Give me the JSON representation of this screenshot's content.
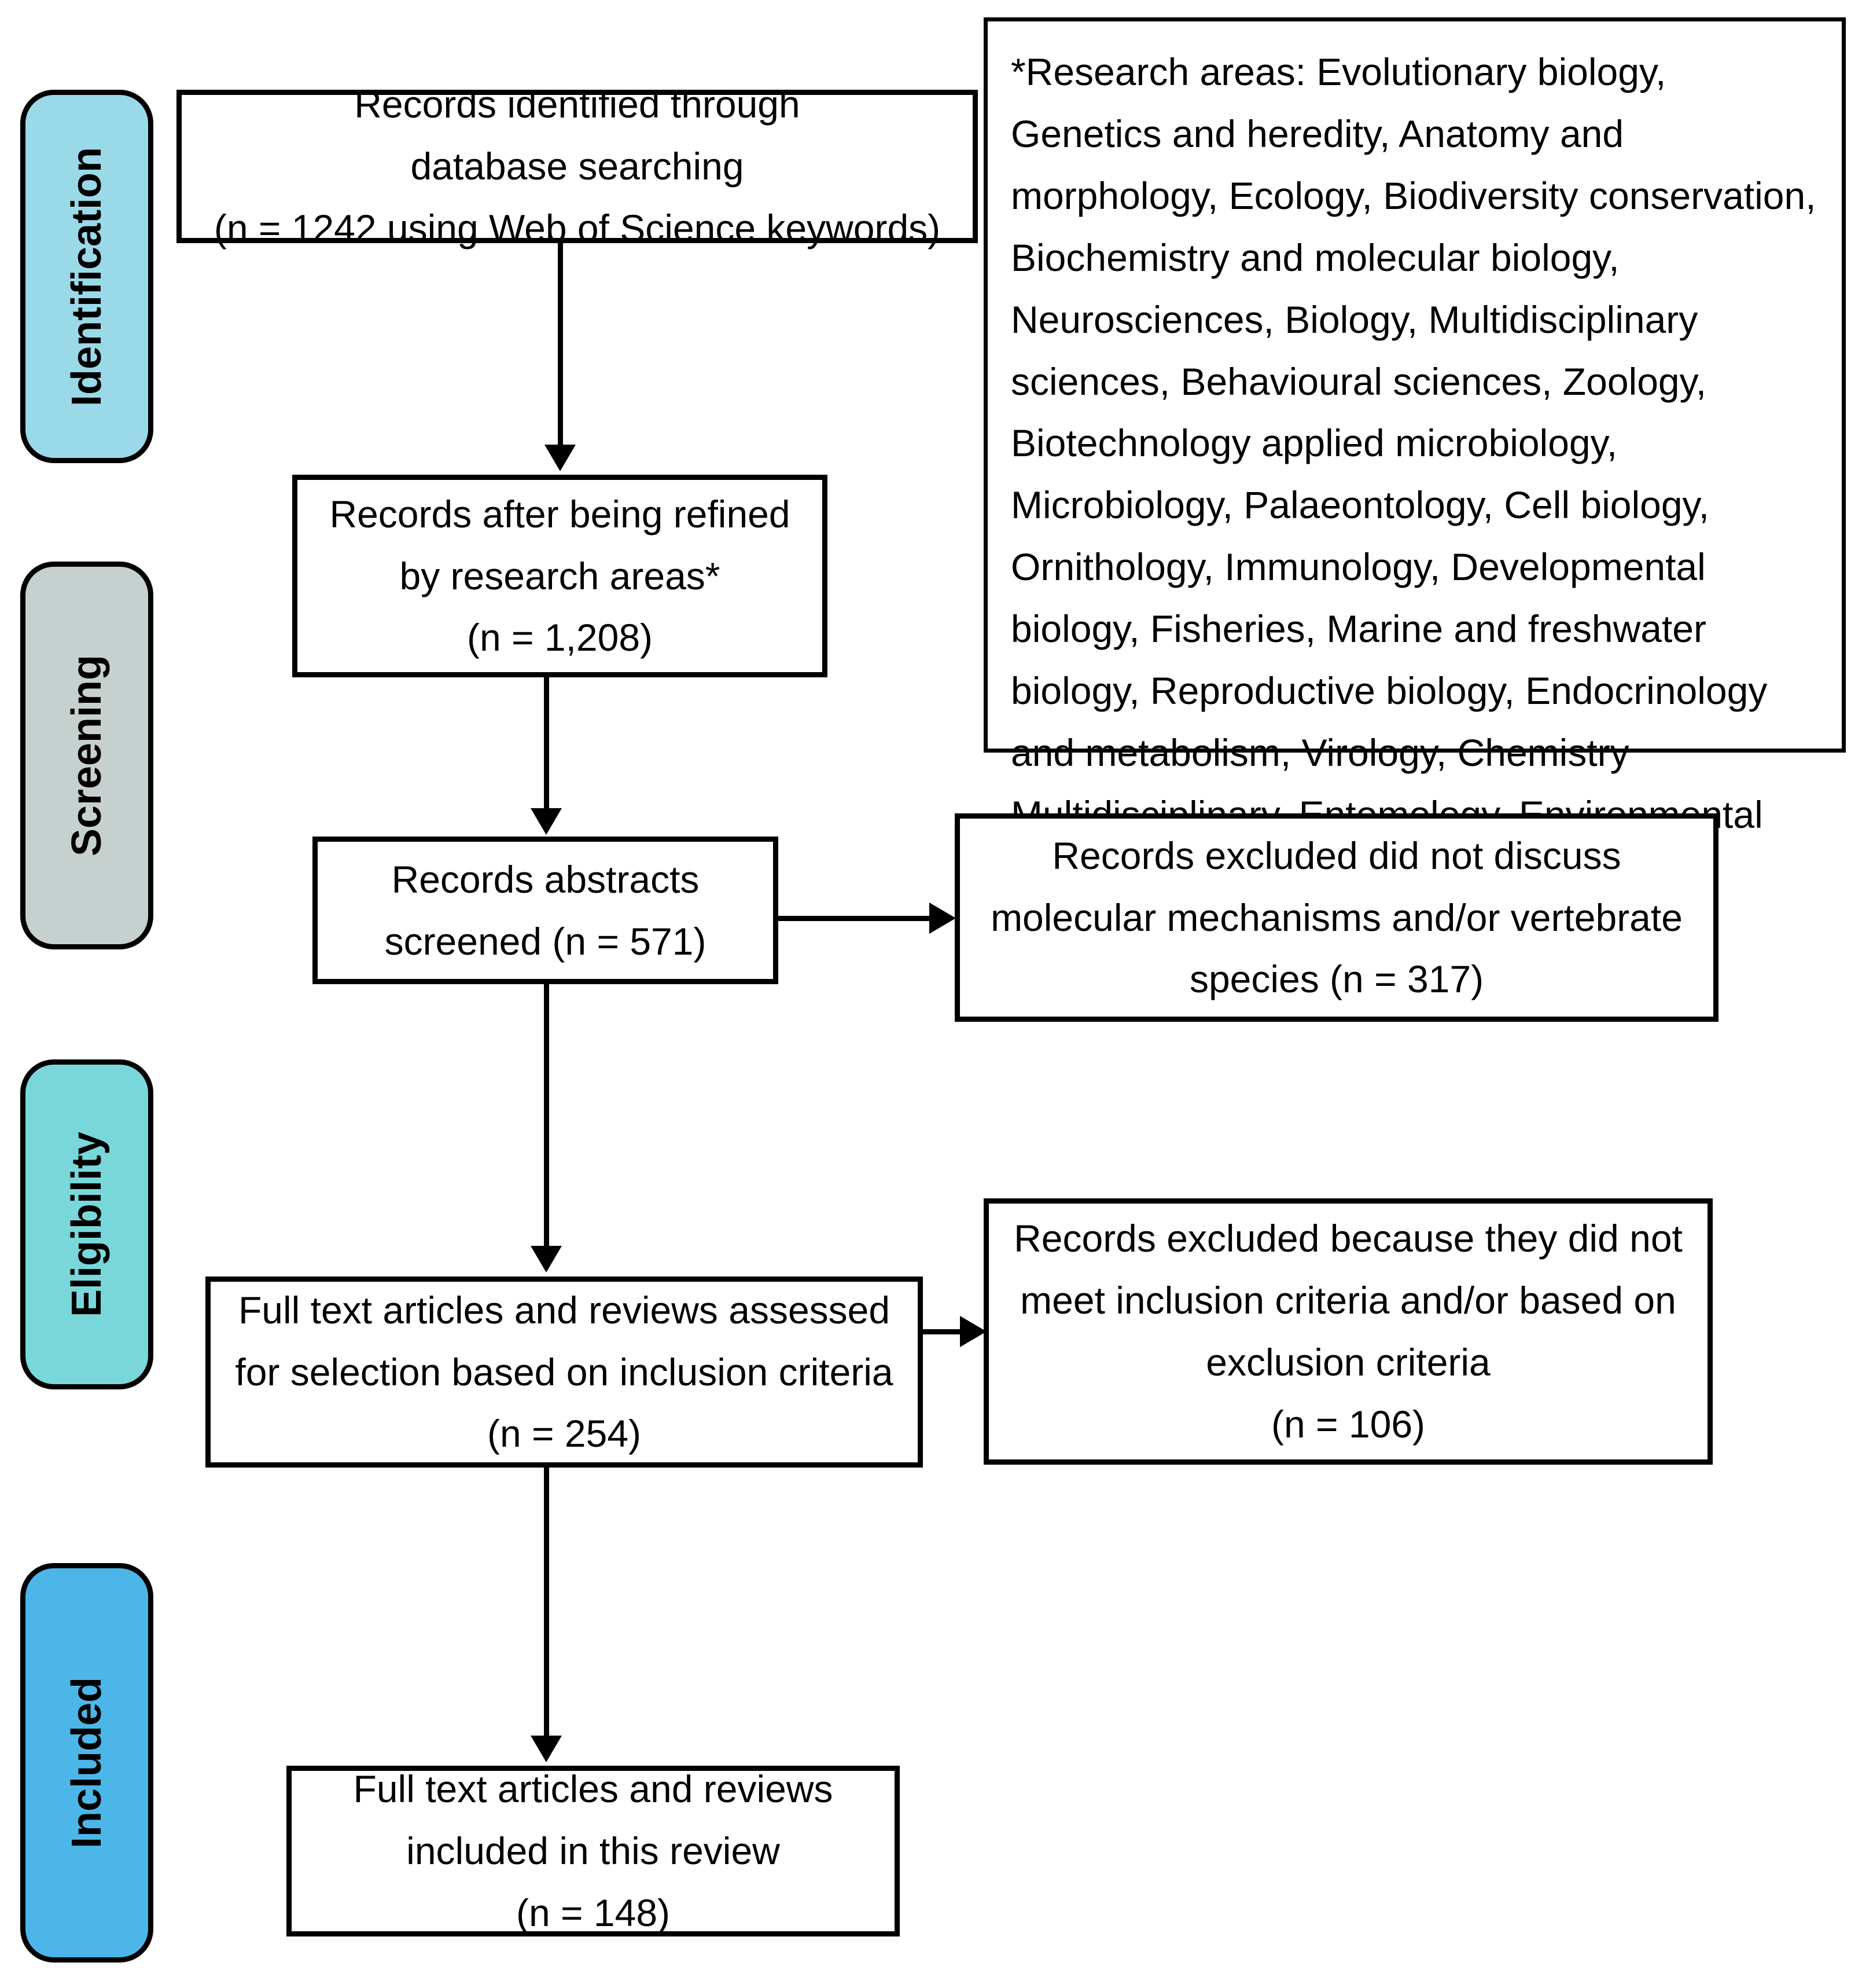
{
  "diagram": {
    "title": "PRISMA flow diagram",
    "phases": [
      {
        "id": "identification",
        "label": "Identification",
        "color": "#9ad9e8"
      },
      {
        "id": "screening",
        "label": "Screening",
        "color": "#c6d0ce"
      },
      {
        "id": "eligibility",
        "label": "Eligibility",
        "color": "#79d7da"
      },
      {
        "id": "included",
        "label": "Included",
        "color": "#4cb6e8"
      }
    ],
    "boxes": {
      "identified": {
        "name": "records-identified",
        "lines": [
          "Records identified through",
          "database searching",
          "(n = 1242 using Web of Science keywords)"
        ],
        "n": 1242
      },
      "refined": {
        "name": "records-refined",
        "lines": [
          "Records after being refined",
          "by research areas*",
          "(n = 1,208)"
        ],
        "n": 1208
      },
      "screened": {
        "name": "records-screened",
        "lines": [
          "Records abstracts",
          "screened (n = 571)"
        ],
        "n": 571
      },
      "excluded_screening": {
        "name": "records-excluded-screening",
        "lines": [
          "Records excluded did not discuss",
          "molecular mechanisms and/or vertebrate",
          "species (n = 317)"
        ],
        "n": 317
      },
      "fulltext_assessed": {
        "name": "fulltext-assessed",
        "lines": [
          "Full text articles and reviews assessed",
          "for selection based on inclusion criteria",
          "(n = 254)"
        ],
        "n": 254
      },
      "excluded_eligibility": {
        "name": "records-excluded-eligibility",
        "lines": [
          "Records excluded because they did not",
          "meet inclusion criteria and/or based on",
          "exclusion criteria",
          "(n = 106)"
        ],
        "n": 106
      },
      "included_final": {
        "name": "fulltext-included",
        "lines": [
          "Full text articles and reviews",
          "included in this review",
          "(n = 148)"
        ],
        "n": 148
      }
    },
    "note": {
      "name": "research-areas-note",
      "text": "*Research areas: Evolutionary biology, Genetics and heredity, Anatomy and morphology, Ecology, Biodiversity conservation, Biochemistry and molecular biology, Neurosciences, Biology, Multidisciplinary sciences, Behavioural sciences, Zoology, Biotechnology applied microbiology, Microbiology, Palaeontology, Cell biology, Ornithology, Immunology, Developmental biology, Fisheries, Marine and freshwater biology, Reproductive biology, Endocrinology and metabolism, Virology, Chemistry Multidisciplinary, Entomology, Environmental sciences."
    }
  }
}
